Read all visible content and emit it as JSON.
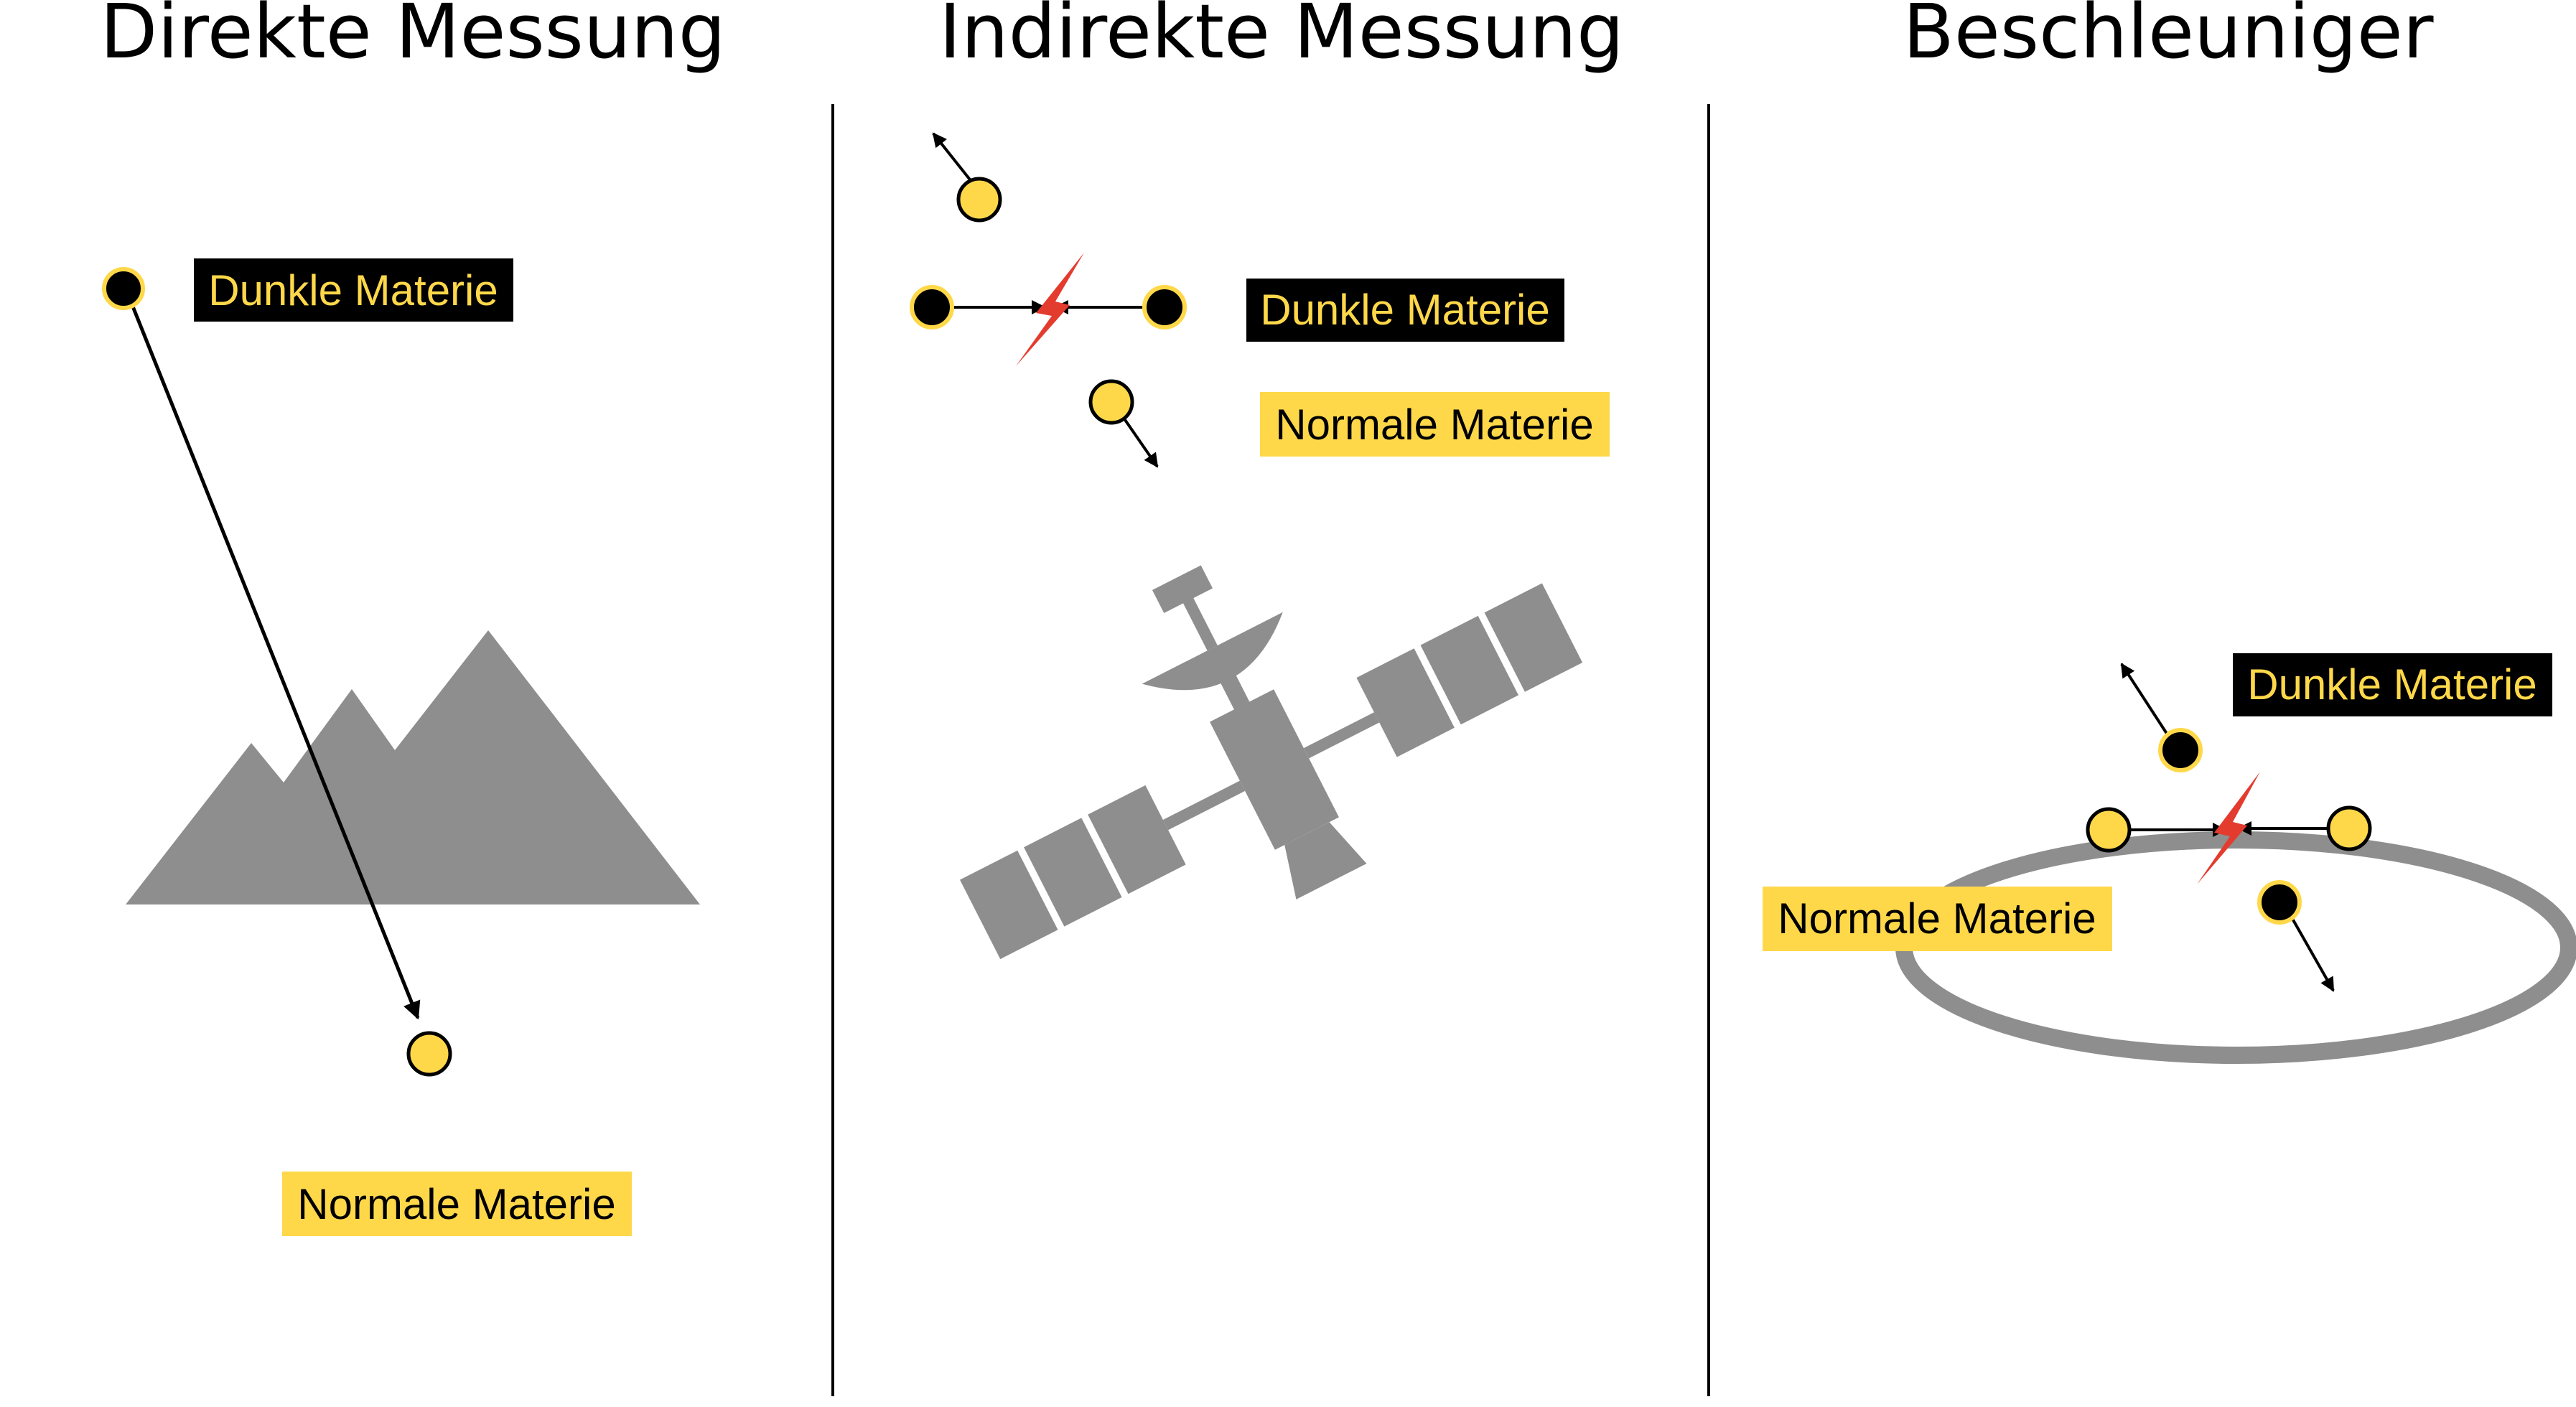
{
  "panels": [
    {
      "title": "Direkte Messung",
      "labels": {
        "dark": "Dunkle Materie",
        "normal": "Normale Materie"
      }
    },
    {
      "title": "Indirekte Messung",
      "labels": {
        "dark": "Dunkle Materie",
        "normal": "Normale Materie"
      }
    },
    {
      "title": "Beschleuniger",
      "labels": {
        "dark": "Dunkle Materie",
        "normal": "Normale Materie"
      }
    }
  ],
  "colors": {
    "particle_yellow": "#ffd84a",
    "particle_dark": "#000000",
    "dark_label_bg": "#000000",
    "dark_label_text": "#ffd84a",
    "normal_label_bg": "#ffd84a",
    "normal_label_text": "#000000",
    "grey": "#8e8e8e",
    "lightning": "#e43b2f",
    "divider": "#000000"
  },
  "icons": [
    "mountain-icon",
    "satellite-icon",
    "accelerator-ring-icon",
    "lightning-icon"
  ]
}
